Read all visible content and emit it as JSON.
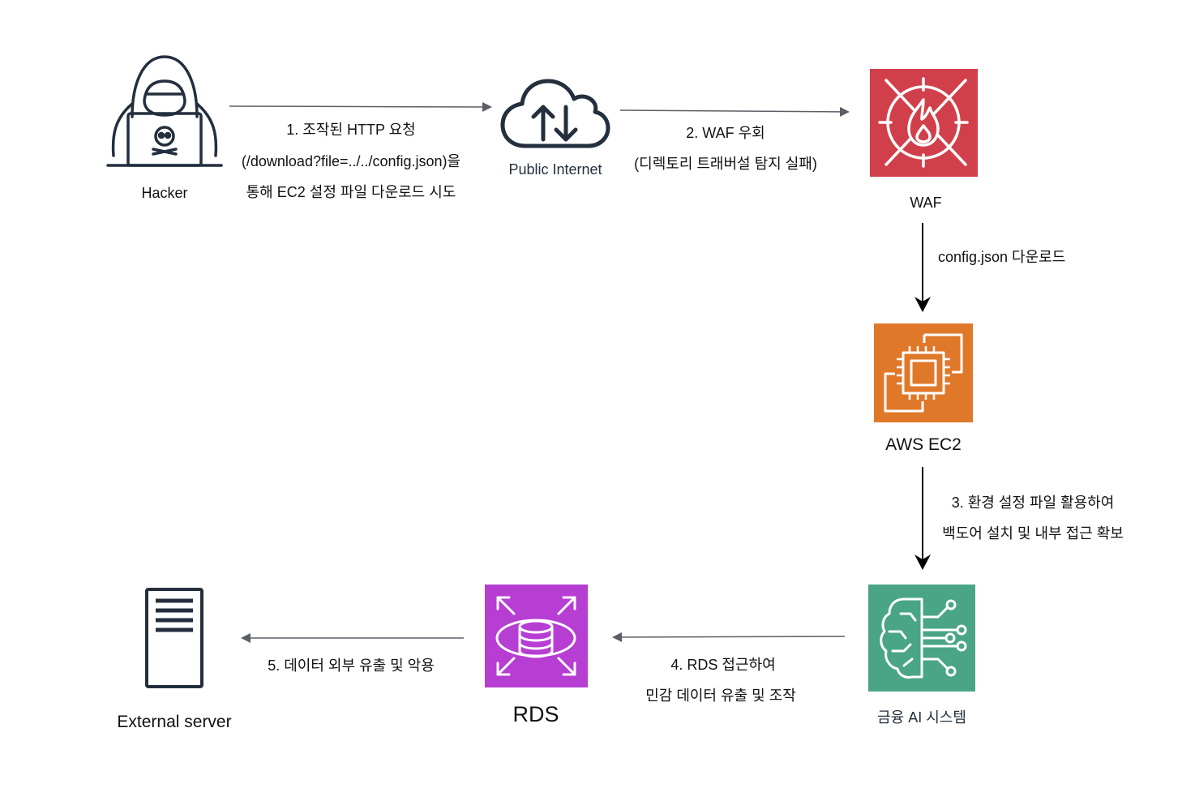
{
  "nodes": {
    "hacker": {
      "label": "Hacker",
      "icon": "hacker-icon"
    },
    "internet": {
      "label": "Public Internet",
      "icon": "cloud-icon"
    },
    "waf": {
      "label": "WAF",
      "icon": "waf-icon",
      "color": "#d13f4a"
    },
    "ec2": {
      "label": "AWS EC2",
      "icon": "ec2-chip-icon",
      "color": "#e0782a"
    },
    "ai": {
      "label": "금융 AI 시스템",
      "icon": "ai-brain-icon",
      "color": "#4aa586"
    },
    "rds": {
      "label": "RDS",
      "icon": "database-icon",
      "color": "#b63ed3"
    },
    "external": {
      "label": "External server",
      "icon": "server-icon"
    }
  },
  "edges": {
    "step1": {
      "line1": "1. 조작된 HTTP 요청",
      "line2": "(/download?file=../../config.json)을",
      "line3": "통해 EC2 설정 파일 다운로드 시도"
    },
    "step2": {
      "line1": "2. WAF 우회",
      "line2": "(디렉토리 트래버설 탐지 실패)"
    },
    "download": {
      "line1": "config.json 다운로드"
    },
    "step3": {
      "line1": "3. 환경 설정 파일 활용하여",
      "line2": "백도어 설치 및 내부 접근 확보"
    },
    "step4": {
      "line1": "4. RDS 접근하여",
      "line2": "민감 데이터 유출 및 조작"
    },
    "step5": {
      "line1": "5. 데이터 외부 유출 및 악용"
    }
  },
  "colors": {
    "arrow_gray": "#5a5f66",
    "arrow_black": "#000000",
    "ink": "#232f3e"
  }
}
